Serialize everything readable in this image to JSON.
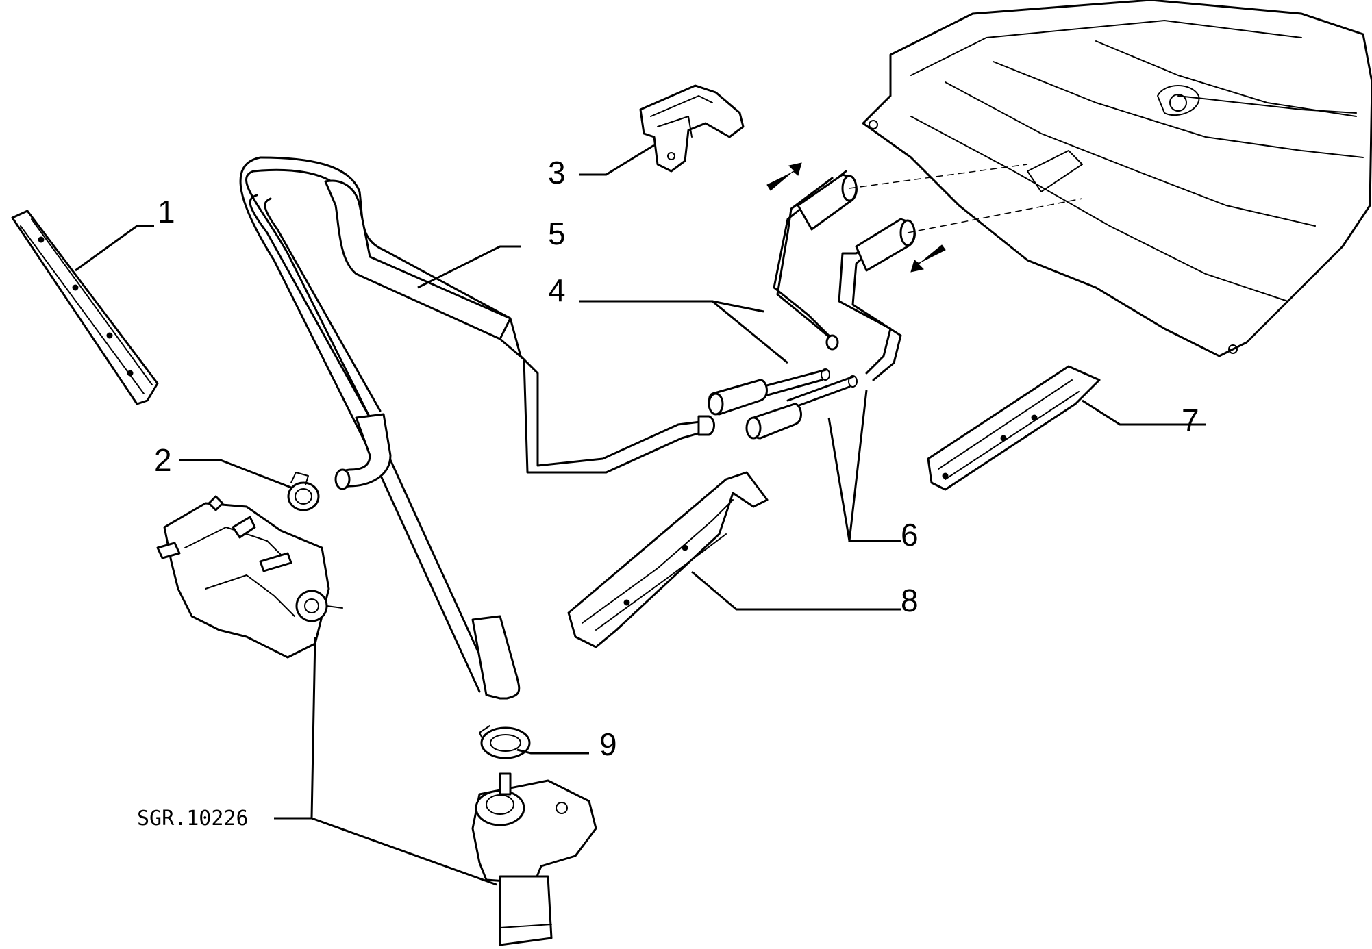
{
  "callouts": {
    "c1": "1",
    "c2": "2",
    "c3": "3",
    "c4": "4",
    "c5": "5",
    "c6": "6",
    "c7": "7",
    "c8": "8",
    "c9": "9"
  },
  "drawing_code": "SGR.10226"
}
